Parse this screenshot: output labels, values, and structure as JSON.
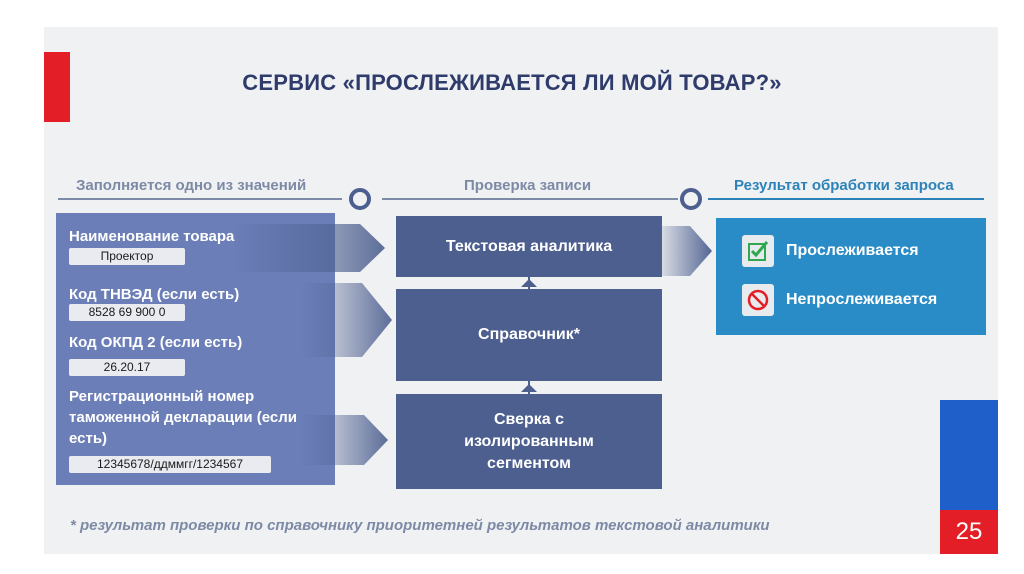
{
  "slide": {
    "title": "СЕРВИС «ПРОСЛЕЖИВАЕТСЯ ЛИ МОЙ ТОВАР?»",
    "page_number": "25",
    "footnote": "* результат проверки по справочнику приоритетней результатов текстовой аналитики"
  },
  "columns": {
    "input_label": "Заполняется одно из значений",
    "check_label": "Проверка записи",
    "result_label": "Результат обработки запроса"
  },
  "fields": [
    {
      "label": "Наименование товара",
      "value": "Проектор"
    },
    {
      "label": "Код ТНВЭД (если есть)",
      "value": "8528 69 900 0"
    },
    {
      "label": "Код ОКПД 2 (если есть)",
      "value": "26.20.17"
    },
    {
      "label": "Регистрационный номер таможенной декларации (если есть)",
      "value": "12345678/ддммгг/1234567"
    }
  ],
  "checks": [
    "Текстовая аналитика",
    "Справочник*",
    "Сверка с изолированным сегментом"
  ],
  "results": [
    {
      "label": "Прослеживается",
      "icon": "checkmark-icon",
      "color": "#2fa84f"
    },
    {
      "label": "Непрослеживается",
      "icon": "prohibited-icon",
      "color": "#e31e26"
    }
  ],
  "colors": {
    "accent_red": "#e31e26",
    "accent_blue": "#1f5fc9",
    "panel_input": "#6b7eb8",
    "panel_check": "#4c5f8f",
    "panel_result": "#2a8cc6",
    "title_color": "#2e3b6b"
  }
}
